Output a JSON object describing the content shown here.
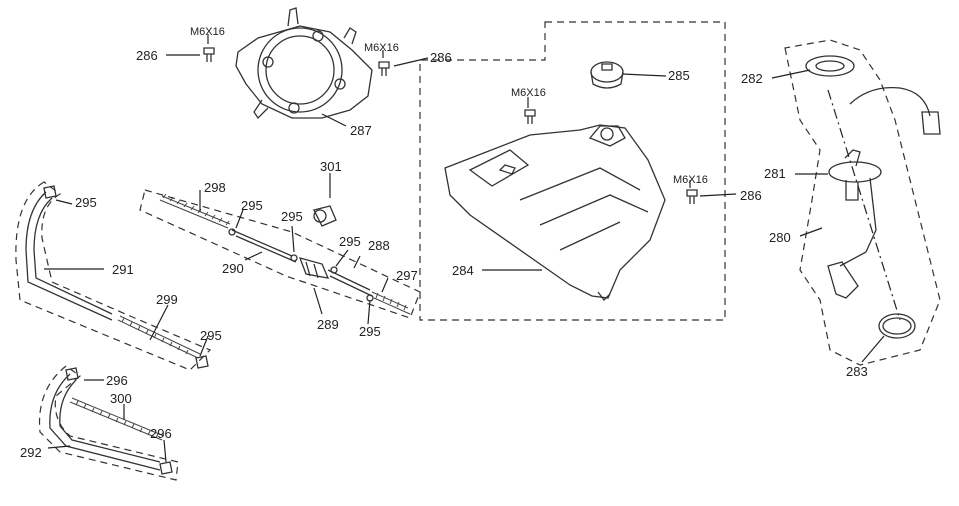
{
  "labels": {
    "l286a": "286",
    "l286b": "286",
    "l286c": "286",
    "l287": "287",
    "l285": "285",
    "l282": "282",
    "l281": "281",
    "l280": "280",
    "l283": "283",
    "l284": "284",
    "l298": "298",
    "l301": "301",
    "l295a": "295",
    "l295b": "295",
    "l295c": "295",
    "l295d": "295",
    "l295e": "295",
    "l295f": "295",
    "l290": "290",
    "l288": "288",
    "l297": "297",
    "l289": "289",
    "l291": "291",
    "l299": "299",
    "l296a": "296",
    "l296b": "296",
    "l300": "300",
    "l292": "292"
  },
  "bolt_spec": {
    "b1": "M6X16",
    "b2": "M6X16",
    "b3": "M6X16",
    "b4": "M6X16"
  }
}
